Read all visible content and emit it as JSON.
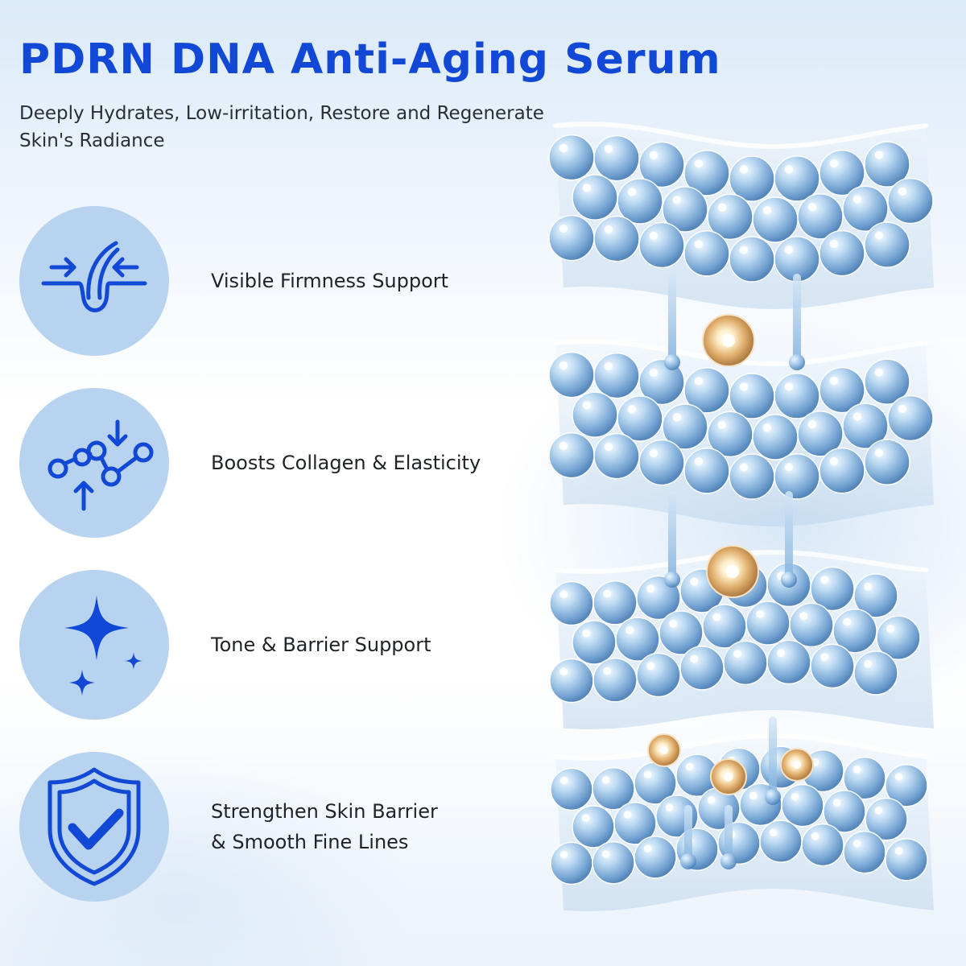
{
  "header": {
    "title": "PDRN DNA  Anti-Aging Serum",
    "subtitle": "Deeply Hydrates, Low-irritation, Restore and Regenerate Skin's Radiance"
  },
  "features": [
    {
      "icon": "firmness-icon",
      "label": "Visible Firmness Support"
    },
    {
      "icon": "collagen-molecule-icon",
      "label": "Boosts Collagen & Elasticity"
    },
    {
      "icon": "sparkle-icon",
      "label": "Tone & Barrier Support"
    },
    {
      "icon": "shield-check-icon",
      "label": "Strengthen Skin Barrier\n& Smooth Fine Lines"
    }
  ],
  "colors": {
    "accent": "#1248d6",
    "icon_circle": "#b8d3ef",
    "text": "#1f2328",
    "bubble": "#8fb9e0",
    "golden_sphere": "#d8a766"
  }
}
